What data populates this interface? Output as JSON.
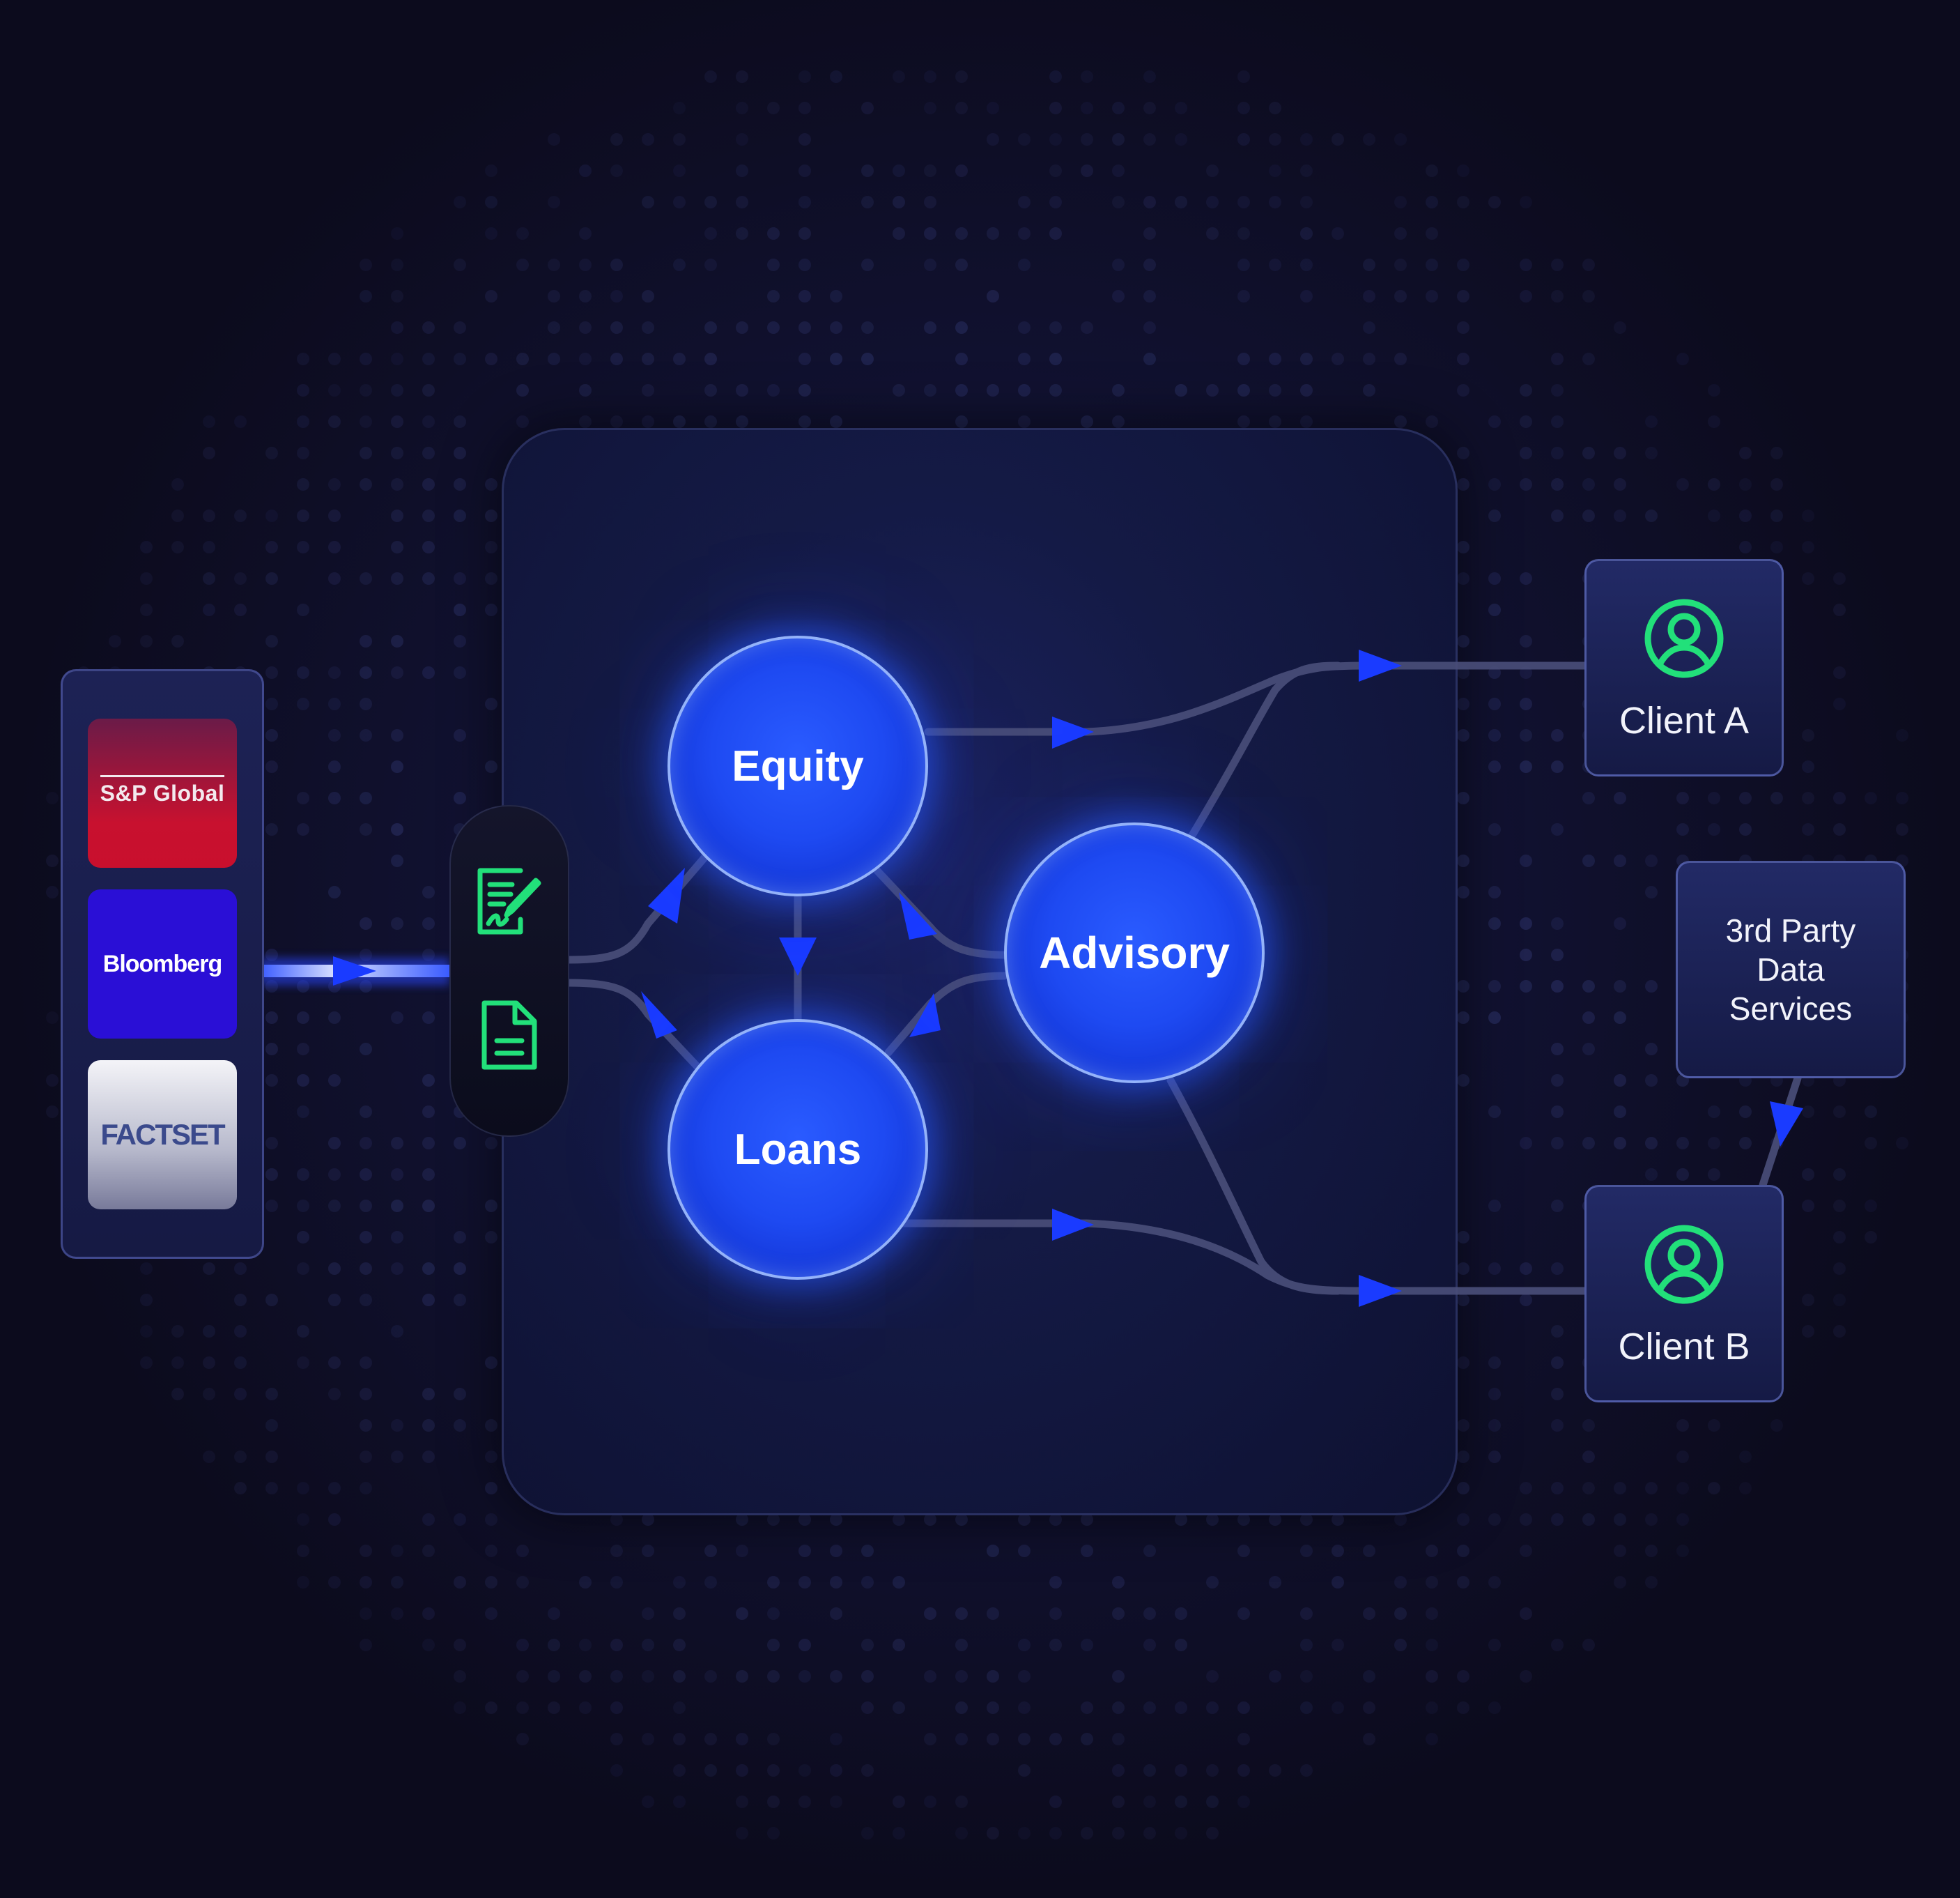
{
  "sources": {
    "items": [
      {
        "label": "S&P Global"
      },
      {
        "label": "Bloomberg"
      },
      {
        "label": "FACTSET"
      }
    ]
  },
  "intake": {
    "icons": [
      "contract-sign-icon",
      "document-icon"
    ]
  },
  "nodes": {
    "equity": "Equity",
    "loans": "Loans",
    "advisory": "Advisory"
  },
  "outputs": {
    "client_a": "Client A",
    "client_b": "Client B",
    "third_party": "3rd Party Data Services"
  },
  "colors": {
    "background": "#0c0b1d",
    "node_blue": "#1e4af2",
    "arrow_blue": "#1a3bff",
    "icon_green": "#22e07a",
    "sp_red": "#c8112f",
    "bloomberg_blue": "#2a0fd6",
    "wire_gray": "#4a4f7a"
  }
}
